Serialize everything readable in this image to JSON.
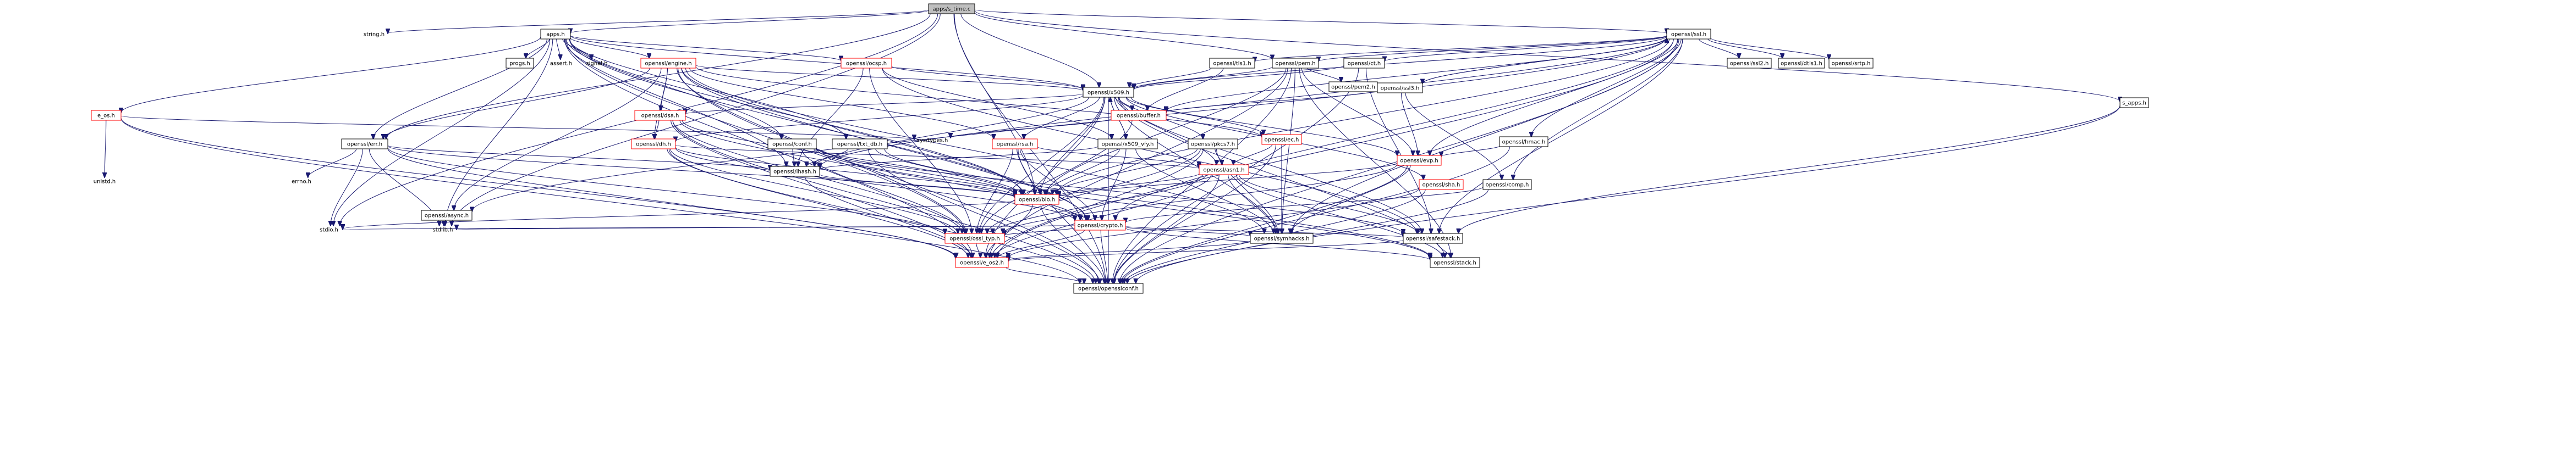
{
  "title": "apps/s_time.c",
  "colors": {
    "edge": "#191970",
    "root_fill": "#bfbfbf",
    "node_fill": "#ffffff",
    "node_border": "#000000",
    "truncated_border": "#ff0000"
  },
  "nodes": [
    {
      "id": "root",
      "label": "apps/s_time.c"
    },
    {
      "id": "string",
      "label": "string.h"
    },
    {
      "id": "apps",
      "label": "apps.h"
    },
    {
      "id": "ssl",
      "label": "openssl/ssl.h"
    },
    {
      "id": "progs",
      "label": "progs.h"
    },
    {
      "id": "assert",
      "label": "assert.h"
    },
    {
      "id": "signal",
      "label": "signal.h"
    },
    {
      "id": "engine",
      "label": "openssl/engine.h"
    },
    {
      "id": "ocsp",
      "label": "openssl/ocsp.h"
    },
    {
      "id": "x509h",
      "label": "openssl/x509.h"
    },
    {
      "id": "tls1",
      "label": "openssl/tls1.h"
    },
    {
      "id": "pem",
      "label": "openssl/pem.h"
    },
    {
      "id": "ct",
      "label": "openssl/ct.h"
    },
    {
      "id": "ssl3",
      "label": "openssl/ssl3.h"
    },
    {
      "id": "ssl2",
      "label": "openssl/ssl2.h"
    },
    {
      "id": "dtls1",
      "label": "openssl/dtls1.h"
    },
    {
      "id": "srtp",
      "label": "openssl/srtp.h"
    },
    {
      "id": "eos",
      "label": "e_os.h"
    },
    {
      "id": "unistd",
      "label": "unistd.h"
    },
    {
      "id": "dsa",
      "label": "openssl/dsa.h"
    },
    {
      "id": "buffer",
      "label": "openssl/buffer.h"
    },
    {
      "id": "systypes",
      "label": "sys/types.h"
    },
    {
      "id": "err",
      "label": "openssl/err.h"
    },
    {
      "id": "errno",
      "label": "errno.h"
    },
    {
      "id": "dh",
      "label": "openssl/dh.h"
    },
    {
      "id": "conf",
      "label": "openssl/conf.h"
    },
    {
      "id": "txtdb",
      "label": "openssl/txt_db.h"
    },
    {
      "id": "lhash",
      "label": "openssl/lhash.h"
    },
    {
      "id": "rsa",
      "label": "openssl/rsa.h"
    },
    {
      "id": "x509vfy",
      "label": "openssl/x509_vfy.h"
    },
    {
      "id": "pkcs7",
      "label": "openssl/pkcs7.h"
    },
    {
      "id": "asn1",
      "label": "openssl/asn1.h"
    },
    {
      "id": "ec",
      "label": "openssl/ec.h"
    },
    {
      "id": "evp",
      "label": "openssl/evp.h"
    },
    {
      "id": "sha",
      "label": "openssl/sha.h"
    },
    {
      "id": "hmac",
      "label": "openssl/hmac.h"
    },
    {
      "id": "comp",
      "label": "openssl/comp.h"
    },
    {
      "id": "pem2",
      "label": "openssl/pem2.h"
    },
    {
      "id": "sapps",
      "label": "s_apps.h"
    },
    {
      "id": "bio",
      "label": "openssl/bio.h"
    },
    {
      "id": "async",
      "label": "openssl/async.h"
    },
    {
      "id": "crypto",
      "label": "openssl/crypto.h"
    },
    {
      "id": "stdio",
      "label": "stdio.h"
    },
    {
      "id": "stdlib",
      "label": "stdlib.h"
    },
    {
      "id": "ossltyp",
      "label": "openssl/ossl_typ.h"
    },
    {
      "id": "symhacks",
      "label": "openssl/symhacks.h"
    },
    {
      "id": "safestack",
      "label": "openssl/safestack.h"
    },
    {
      "id": "eos2",
      "label": "openssl/e_os2.h"
    },
    {
      "id": "stack",
      "label": "openssl/stack.h"
    },
    {
      "id": "opensslconf",
      "label": "openssl/opensslconf.h"
    }
  ]
}
